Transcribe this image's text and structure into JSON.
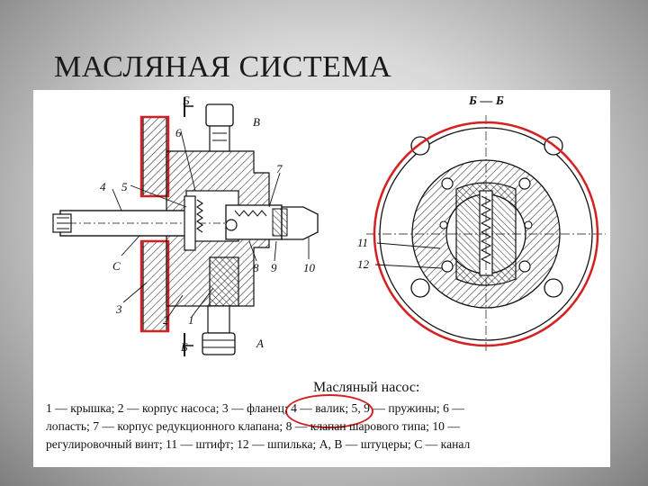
{
  "slide": {
    "title": "МАСЛЯНАЯ СИСТЕМА"
  },
  "diagram": {
    "section_label": "Б — Б",
    "section_marks": [
      "Б",
      "Б"
    ],
    "left_labels": [
      "6",
      "В",
      "7",
      "4",
      "5",
      "С",
      "8",
      "9",
      "10",
      "3",
      "2",
      "1",
      "А"
    ],
    "right_labels": [
      "11",
      "12"
    ],
    "highlight_color": "#d42020"
  },
  "caption": {
    "title": "Масляный насос:",
    "line1": "1 — крышка; 2 — корпус насоса; 3 — фланец; 4 — валик; 5, 9 — пружины; 6 —",
    "line2": "лопасть; 7 — корпус редукционного клапана; 8 — клапан шарового типа; 10 —",
    "line3": "регулировочный винт; 11 — штифт; 12 — шпилька; А, В — штуцеры; С — канал"
  }
}
